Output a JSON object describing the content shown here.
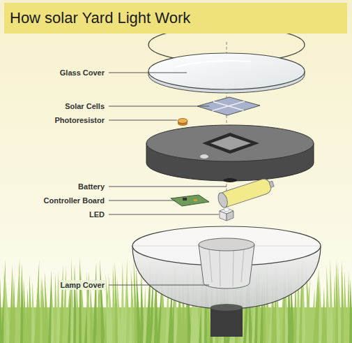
{
  "diagram": {
    "title": "How solar Yard Light Work",
    "labels": [
      "Glass Cover",
      "Solar Cells",
      "Photoresistor",
      "Battery",
      "Controller Board",
      "LED",
      "Lamp Cover"
    ]
  }
}
